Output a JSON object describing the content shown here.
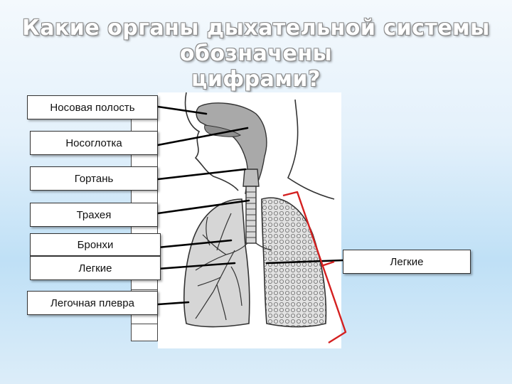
{
  "title": {
    "line1": "Какие органы дыхательной системы обозначены",
    "line2": "цифрами?"
  },
  "labels": [
    "Носовая полость",
    "Носоглотка",
    "Гортань",
    "Трахея",
    "Бронхи",
    "Легкие",
    "Легочная плевра"
  ],
  "right_label": "Легкие",
  "colors": {
    "bracket": "#d42020",
    "pointer": "#000000",
    "tissue_fill": "#a9a9a9",
    "lung_fill": "#d6d6d6"
  }
}
